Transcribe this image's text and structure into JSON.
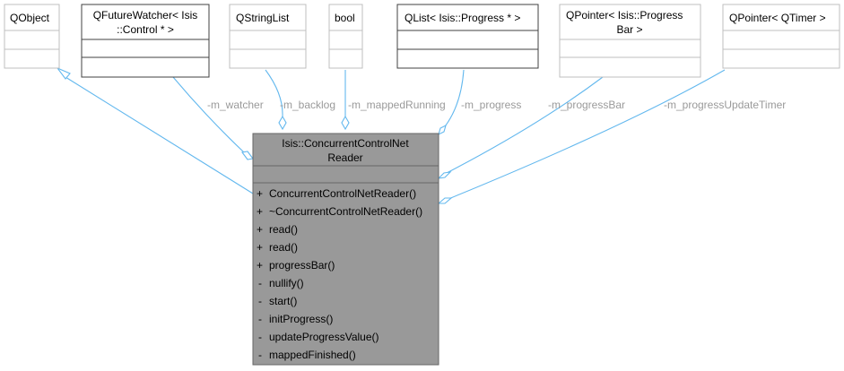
{
  "diagram": {
    "main_class": {
      "name_lines": [
        "Isis::ConcurrentControlNet",
        "Reader"
      ],
      "methods": [
        {
          "visibility": "+",
          "name": "ConcurrentControlNetReader()"
        },
        {
          "visibility": "+",
          "name": "~ConcurrentControlNetReader()"
        },
        {
          "visibility": "+",
          "name": "read()"
        },
        {
          "visibility": "+",
          "name": "read()"
        },
        {
          "visibility": "+",
          "name": "progressBar()"
        },
        {
          "visibility": "-",
          "name": "nullify()"
        },
        {
          "visibility": "-",
          "name": "start()"
        },
        {
          "visibility": "-",
          "name": "initProgress()"
        },
        {
          "visibility": "-",
          "name": "updateProgressValue()"
        },
        {
          "visibility": "-",
          "name": "mappedFinished()"
        }
      ]
    },
    "related_classes": [
      {
        "id": "qobject",
        "name_lines": [
          "QObject"
        ]
      },
      {
        "id": "qfuturewatcher",
        "name_lines": [
          "QFutureWatcher< Isis",
          "::Control * >"
        ]
      },
      {
        "id": "qstringlist",
        "name_lines": [
          "QStringList"
        ]
      },
      {
        "id": "bool",
        "name_lines": [
          "bool"
        ]
      },
      {
        "id": "qlist-progress",
        "name_lines": [
          "QList< Isis::Progress * >"
        ]
      },
      {
        "id": "qpointer-progressbar",
        "name_lines": [
          "QPointer< Isis::Progress",
          "Bar >"
        ]
      },
      {
        "id": "qpointer-qtimer",
        "name_lines": [
          "QPointer< QTimer >"
        ]
      }
    ],
    "relations": [
      {
        "from": "qobject",
        "type": "inheritance",
        "label": ""
      },
      {
        "from": "qfuturewatcher",
        "type": "aggregation",
        "label": "-m_watcher"
      },
      {
        "from": "qstringlist",
        "type": "aggregation",
        "label": "-m_backlog"
      },
      {
        "from": "bool",
        "type": "aggregation",
        "label": "-m_mappedRunning"
      },
      {
        "from": "qlist-progress",
        "type": "aggregation",
        "label": "-m_progress"
      },
      {
        "from": "qpointer-progressbar",
        "type": "aggregation",
        "label": "-m_progressBar"
      },
      {
        "from": "qpointer-qtimer",
        "type": "aggregation",
        "label": "-m_progressUpdateTimer"
      }
    ],
    "colors": {
      "edge": "#63b8ee",
      "main_fill": "#999999",
      "main_border": "#666666",
      "dark_border": "#404040",
      "light_border": "#bfbfbf",
      "label": "#9a9a9a"
    }
  }
}
